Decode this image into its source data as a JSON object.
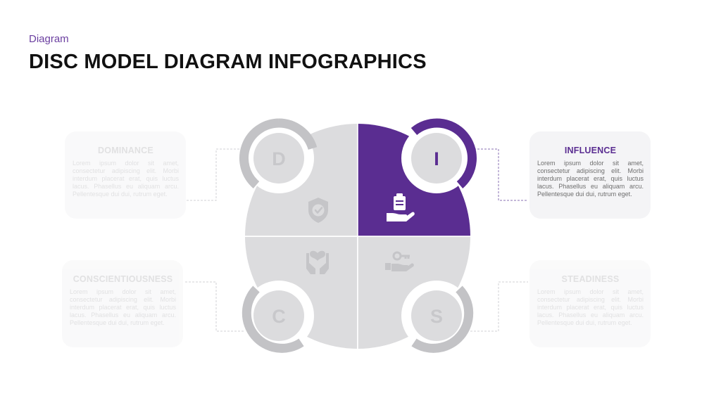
{
  "header": {
    "kicker": "Diagram",
    "title": "DISC MODEL DIAGRAM INFOGRAPHICS"
  },
  "colors": {
    "accent": "#5a2d91",
    "quadrant_gray": "#dcdcde",
    "ring_gray": "#c3c3c6",
    "letter_gray": "#c8c8cb",
    "card_bg": "#f4f4f6"
  },
  "quadrants": [
    {
      "id": "D",
      "letter": "D",
      "icon": "shield-check-icon",
      "highlighted": false
    },
    {
      "id": "I",
      "letter": "I",
      "icon": "hand-clipboard-icon",
      "highlighted": true
    },
    {
      "id": "S",
      "letter": "S",
      "icon": "hand-key-icon",
      "highlighted": false
    },
    {
      "id": "C",
      "letter": "C",
      "icon": "hands-heart-icon",
      "highlighted": false
    }
  ],
  "cards": {
    "dominance": {
      "heading": "DOMINANCE",
      "body": "Lorem ipsum dolor sit amet, consectetur adipiscing elit. Morbi interdum placerat erat, quis luctus lacus. Phasellus eu aliquam arcu. Pellentesque dui dui, rutrum eget."
    },
    "influence": {
      "heading": "INFLUENCE",
      "body": "Lorem ipsum dolor sit amet, consectetur adipiscing elit. Morbi interdum placerat erat, quis luctus lacus. Phasellus eu aliquam arcu. Pellentesque dui dui, rutrum eget."
    },
    "conscientiousness": {
      "heading": "CONSCIENTIOUSNESS",
      "body": "Lorem ipsum dolor sit amet, consectetur adipiscing elit. Morbi interdum placerat erat, quis luctus lacus. Phasellus eu aliquam arcu. Pellentesque dui dui, rutrum eget."
    },
    "steadiness": {
      "heading": "STEADINESS",
      "body": "Lorem ipsum dolor sit amet, consectetur adipiscing elit. Morbi interdum placerat erat, quis luctus lacus. Phasellus eu aliquam arcu. Pellentesque dui dui, rutrum eget."
    }
  }
}
